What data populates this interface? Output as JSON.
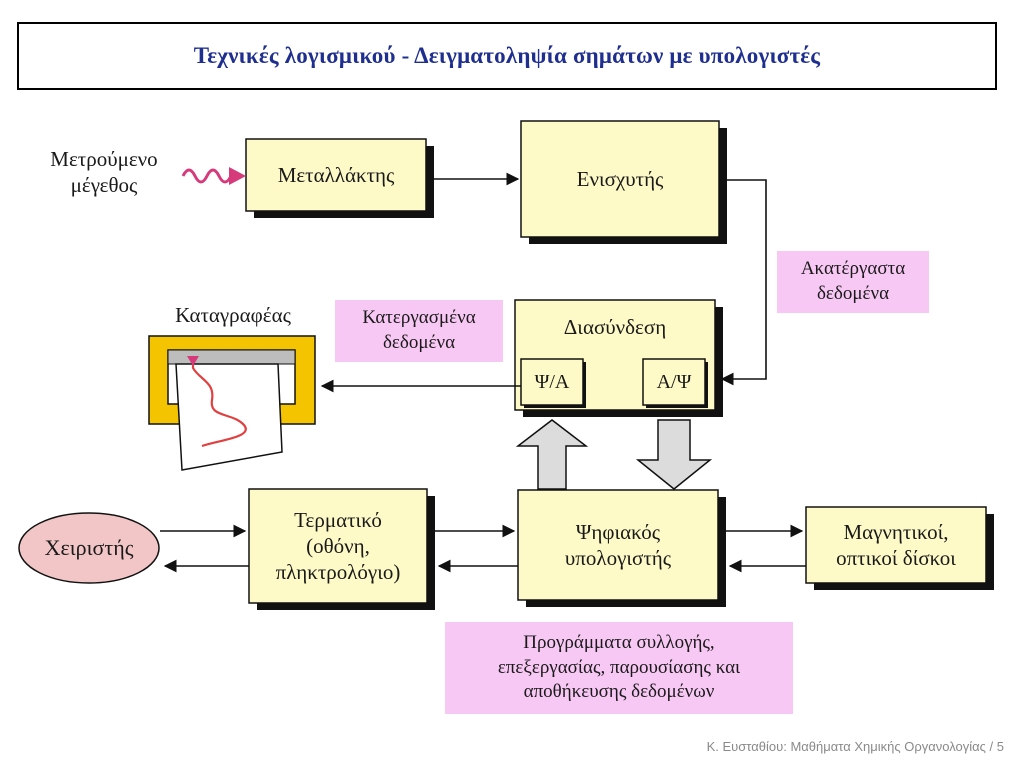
{
  "title": "Τεχνικές λογισμικού - Δειγματοληψία σημάτων με υπολογιστές",
  "input_label": [
    "Μετρούμενο",
    "μέγεθος"
  ],
  "recorder_label": "Καταγραφέας",
  "blocks": {
    "transducer": "Μεταλλάκτης",
    "amplifier": "Ενισχυτής",
    "interface": "Διασύνδεση",
    "da_converter": "Ψ/Α",
    "ad_converter": "Α/Ψ",
    "terminal": [
      "Τερματικό",
      "(οθόνη,",
      "πληκτρολόγιο)"
    ],
    "computer": [
      "Ψηφιακός",
      "υπολογιστής"
    ],
    "storage": [
      "Μαγνητικοί,",
      "οπτικοί δίσκοι"
    ],
    "operator": "Χειριστής"
  },
  "notes": {
    "raw_data": [
      "Ακατέργαστα",
      "δεδομένα"
    ],
    "processed_data": [
      "Κατεργασμένα",
      "δεδομένα"
    ],
    "programs": [
      "Προγράμματα συλλογής,",
      "επεξεργασίας, παρουσίασης και",
      "αποθήκευσης δεδομένων"
    ]
  },
  "colors": {
    "title": "#1f2f8f",
    "block_fill": "#fdfac8",
    "block_shadow": "#111111",
    "note_fill": "#f8c8f4",
    "operator_fill": "#f2c6c6",
    "recorder_frame": "#f5c400",
    "signal_wave": "#d63a7a",
    "trace": "#e04040"
  },
  "footer": "Κ. Ευσταθίου: Μαθήματα Χημικής Οργανολογίας / 5"
}
